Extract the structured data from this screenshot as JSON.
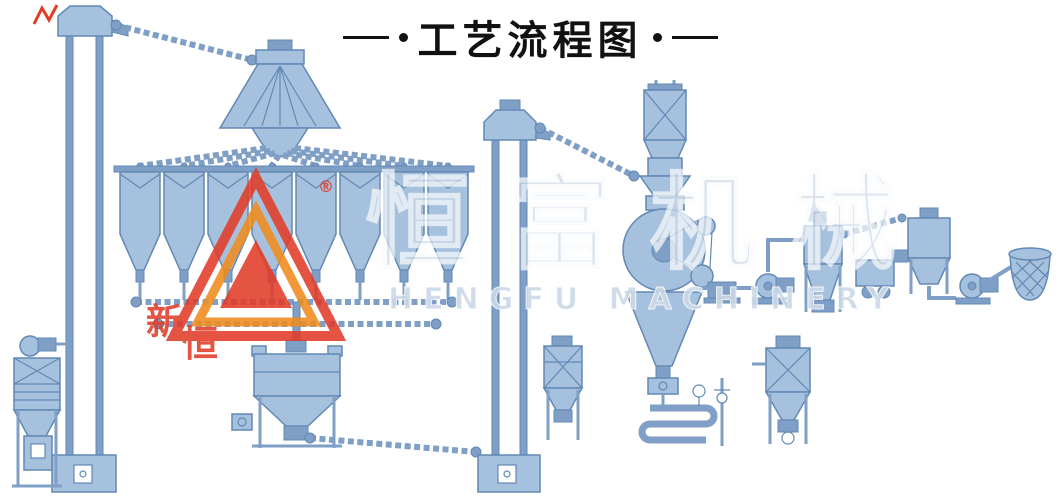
{
  "title": {
    "text": "工艺流程图"
  },
  "watermark": {
    "cn": "恒富机械",
    "en": "HENGFU MACHINERY",
    "registered": "®",
    "logo_cn_1": "新",
    "logo_cn_2": "恒"
  },
  "colors": {
    "background": "#ffffff",
    "machine_fill": "#a6c1dd",
    "machine_mid": "#7f9fc6",
    "machine_stroke": "#6288b4",
    "title": "#111111",
    "watermark": "#ccd9e8",
    "logo_red": "#e23c28",
    "logo_orange": "#f08c1e"
  }
}
